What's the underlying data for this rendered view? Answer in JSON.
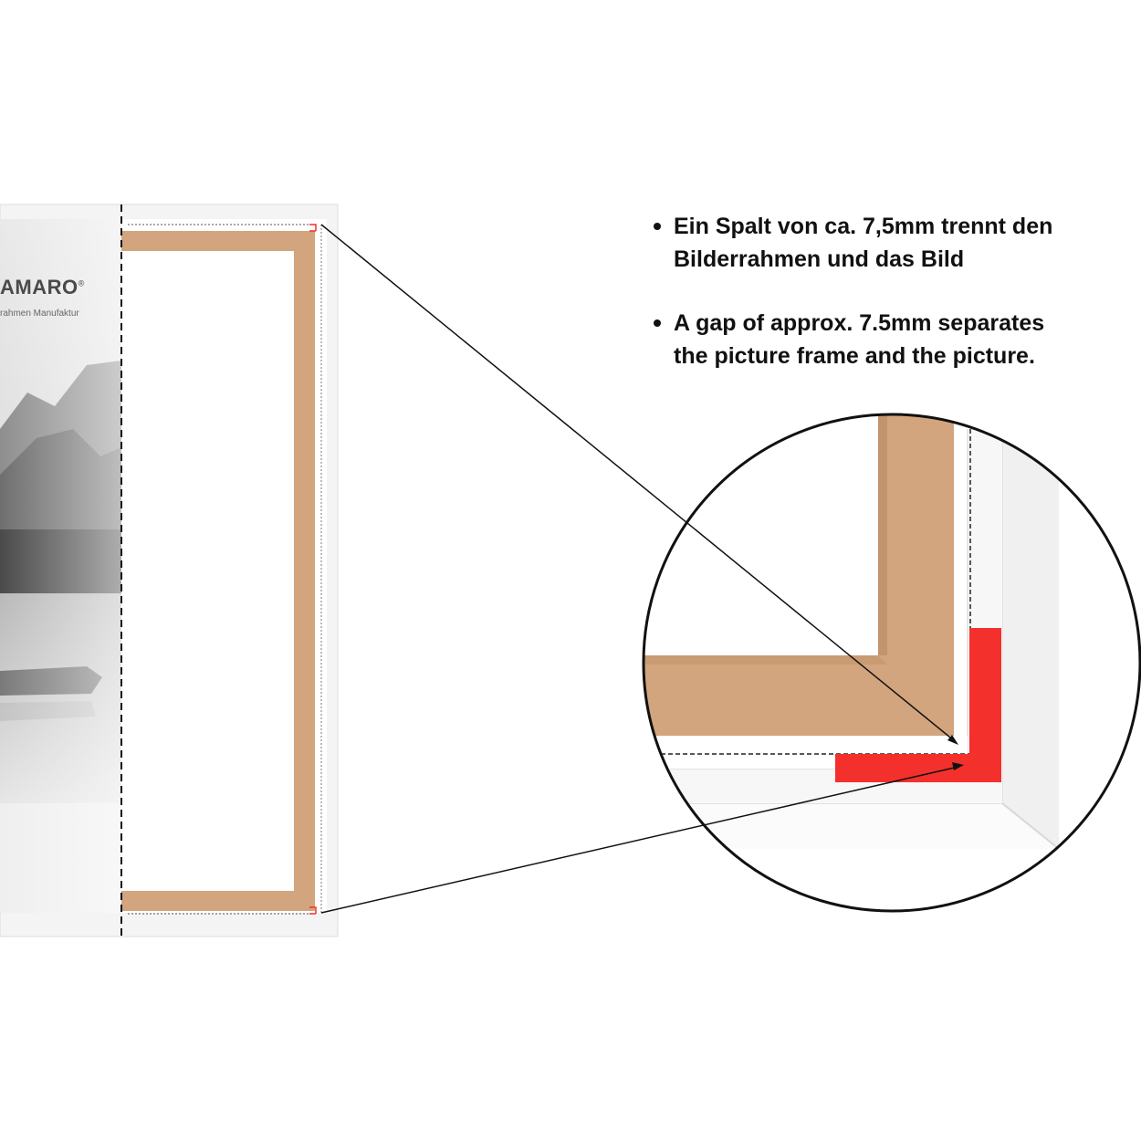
{
  "brand": {
    "logo_text": "AMARO",
    "registered_mark": "®",
    "tagline": "rahmen Manufaktur"
  },
  "notes": [
    {
      "text_line1": "Ein Spalt von ca. 7,5mm trennt den",
      "text_line2": "Bilderrahmen und das Bild"
    },
    {
      "text_line1": "A gap of approx. 7.5mm separates",
      "text_line2": "the picture frame and the picture."
    }
  ],
  "colors": {
    "mdf_backboard": "#d2a57e",
    "frame_white": "#f6f6f6",
    "gap_highlight": "#f4302c",
    "text": "#111111"
  }
}
